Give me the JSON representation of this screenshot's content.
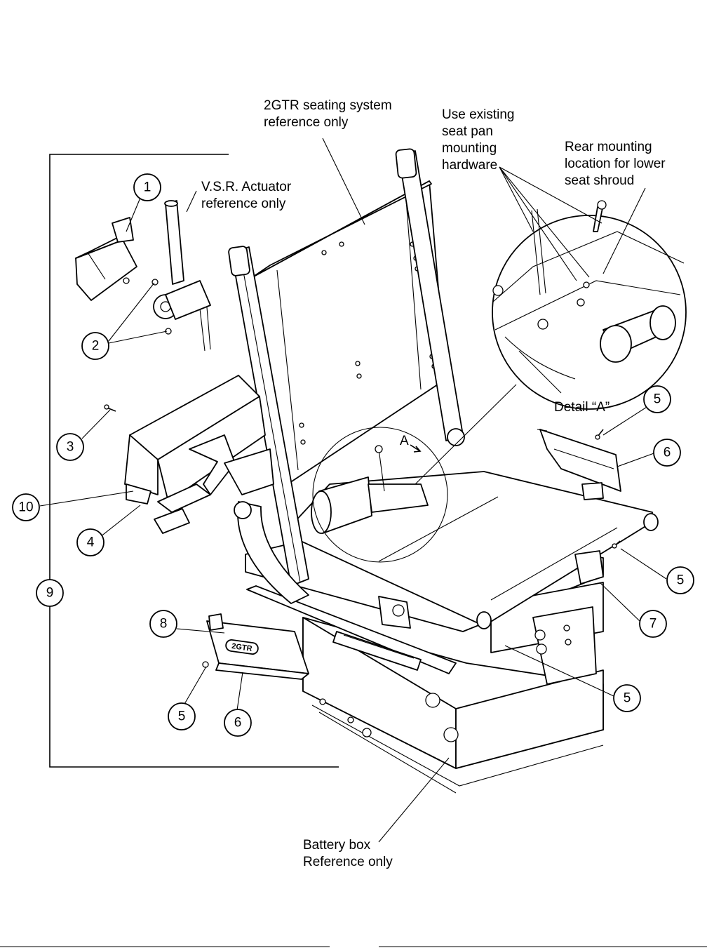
{
  "callouts": {
    "c1": "1",
    "c2": "2",
    "c3": "3",
    "c4": "4",
    "c5a": "5",
    "c5b": "5",
    "c5c": "5",
    "c5d": "5",
    "c6a": "6",
    "c6b": "6",
    "c7": "7",
    "c8": "8",
    "c9": "9",
    "c10": "10"
  },
  "labels": {
    "seating_line1": "2GTR seating system",
    "seating_line2": "reference only",
    "existing_line1": "Use existing",
    "existing_line2": "seat pan",
    "existing_line3": "mounting",
    "existing_line4": "hardware",
    "rear_line1": "Rear mounting",
    "rear_line2": "location for lower",
    "rear_line3": "seat shroud",
    "vsr_line1": "V.S.R. Actuator",
    "vsr_line2": "reference only",
    "detail": "Detail “A”",
    "detail_marker": "A",
    "battery_line1": "Battery box",
    "battery_line2": "Reference only",
    "logo_text": "2GTR"
  },
  "colors": {
    "line": "#000000",
    "background": "#ffffff",
    "shade": "#e9e9e9"
  }
}
